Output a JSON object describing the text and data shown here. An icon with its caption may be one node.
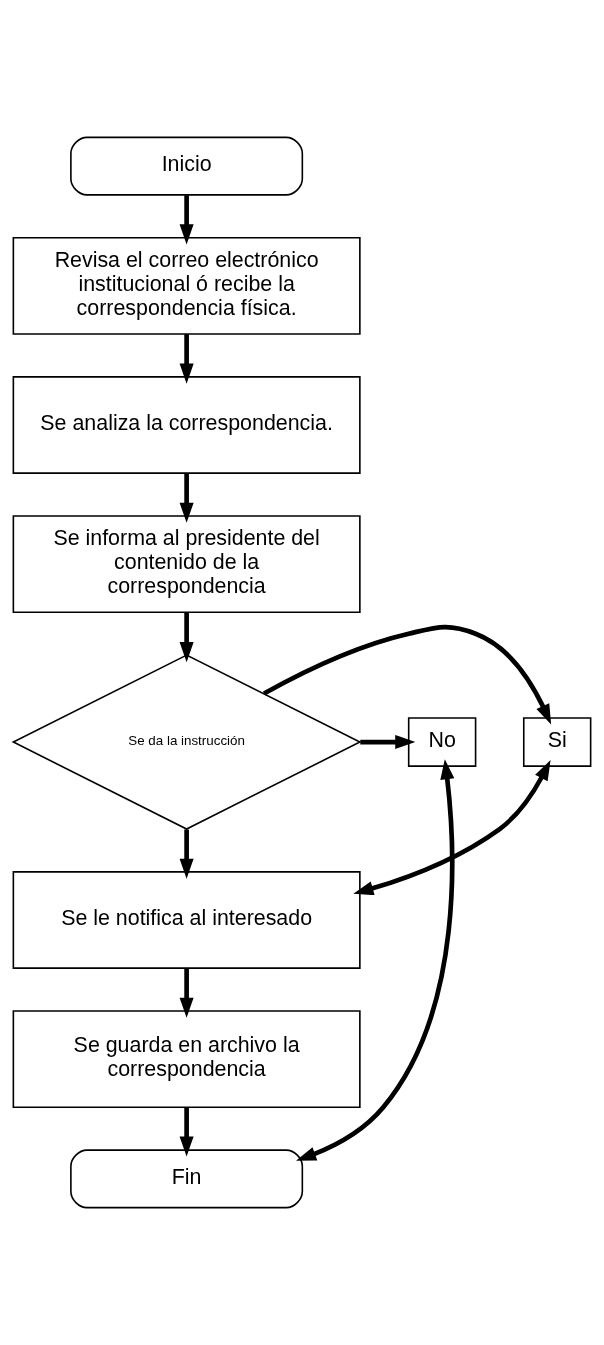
{
  "diagram": {
    "nodes": [
      {
        "text": [
          "Inicio"
        ]
      },
      {
        "text": [
          "Revisa el correo electrónico institucional ó recibe la correspondencia física."
        ]
      },
      {
        "text": [
          "Se analiza la correspondencia."
        ]
      },
      {
        "text": [
          "Se informa al presidente del contenido de la correspondencia"
        ]
      },
      {
        "text": [
          "Se da la instrucción"
        ]
      },
      {
        "text": [
          "Si"
        ]
      },
      {
        "text": [
          "No"
        ]
      },
      {
        "text": [
          "Se le notifica al interesado"
        ]
      },
      {
        "text": [
          "Se guarda en archivo la correspondencia"
        ]
      },
      {
        "text": [
          "Fin"
        ]
      }
    ],
    "edges": [
      {
        "from": 0,
        "to": 1,
        "arrow": "to"
      },
      {
        "from": 1,
        "to": 2,
        "arrow": "to"
      },
      {
        "from": 2,
        "to": 3,
        "arrow": "to"
      },
      {
        "from": 3,
        "to": 4,
        "arrow": "to"
      },
      {
        "from": 4,
        "to": 5,
        "arrow": "to"
      },
      {
        "from": 4,
        "to": 6,
        "arrow": "to"
      },
      {
        "from": 4,
        "to": 7,
        "arrow": "to"
      },
      {
        "from": 5,
        "to": 7,
        "arrow": "both"
      },
      {
        "from": 7,
        "to": 8,
        "arrow": "to"
      },
      {
        "from": 8,
        "to": 9,
        "arrow": "to"
      },
      {
        "from": 9,
        "to": 6,
        "arrow": "both"
      }
    ]
  }
}
